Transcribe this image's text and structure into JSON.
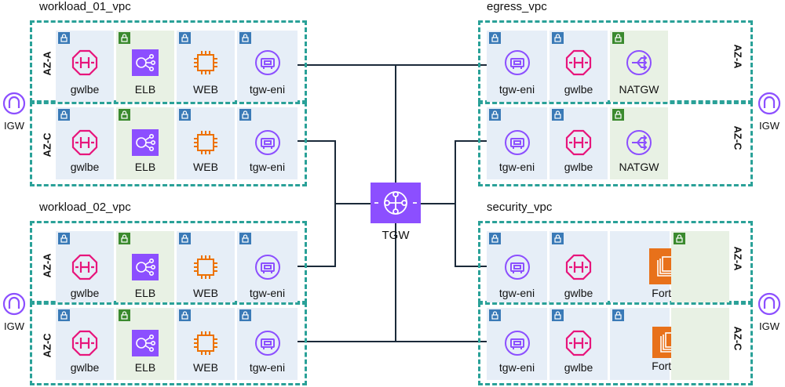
{
  "vpcs": {
    "workload_01": {
      "title": "workload_01_vpc",
      "az_a": {
        "az": "AZ-A",
        "cells": [
          "gwlbe",
          "ELB",
          "WEB",
          "tgw-eni"
        ]
      },
      "az_c": {
        "az": "AZ-C",
        "cells": [
          "gwlbe",
          "ELB",
          "WEB",
          "tgw-eni"
        ]
      }
    },
    "workload_02": {
      "title": "workload_02_vpc",
      "az_a": {
        "az": "AZ-A",
        "cells": [
          "gwlbe",
          "ELB",
          "WEB",
          "tgw-eni"
        ]
      },
      "az_c": {
        "az": "AZ-C",
        "cells": [
          "gwlbe",
          "ELB",
          "WEB",
          "tgw-eni"
        ]
      }
    },
    "egress": {
      "title": "egress_vpc",
      "az_a": {
        "az": "AZ-A",
        "cells": [
          "tgw-eni",
          "gwlbe",
          "NATGW"
        ]
      },
      "az_c": {
        "az": "AZ-C",
        "cells": [
          "tgw-eni",
          "gwlbe",
          "NATGW"
        ]
      }
    },
    "security": {
      "title": "security_vpc",
      "az_a": {
        "az": "AZ-A",
        "cells": [
          "tgw-eni",
          "gwlbe",
          "Fortinet"
        ]
      },
      "az_c": {
        "az": "AZ-C",
        "cells": [
          "tgw-eni",
          "gwlbe",
          "Fortinet"
        ]
      }
    }
  },
  "tgw": {
    "label": "TGW"
  },
  "igw": {
    "label": "IGW"
  },
  "colors": {
    "vpc_border": "#2aa198",
    "public_subnet": "#e8f1e4",
    "private_subnet": "#e6eef7",
    "tgw": "#8c4fff",
    "gwlbe": "#e7157b",
    "elb": "#8c4fff",
    "web": "#ed7100",
    "tgw_eni": "#8c4fff",
    "fortinet": "#e8711a",
    "igw": "#8c4fff"
  },
  "icons": {
    "gwlbe": "gateway-load-balancer-endpoint-icon",
    "elb": "elastic-load-balancer-icon",
    "web": "ec2-instance-chip-icon",
    "tgw_eni": "network-interface-icon",
    "natgw": "nat-gateway-icon",
    "fortinet": "fortinet-appliance-icon",
    "tgw": "transit-gateway-icon",
    "igw": "internet-gateway-icon",
    "lock": "subnet-lock-icon"
  }
}
